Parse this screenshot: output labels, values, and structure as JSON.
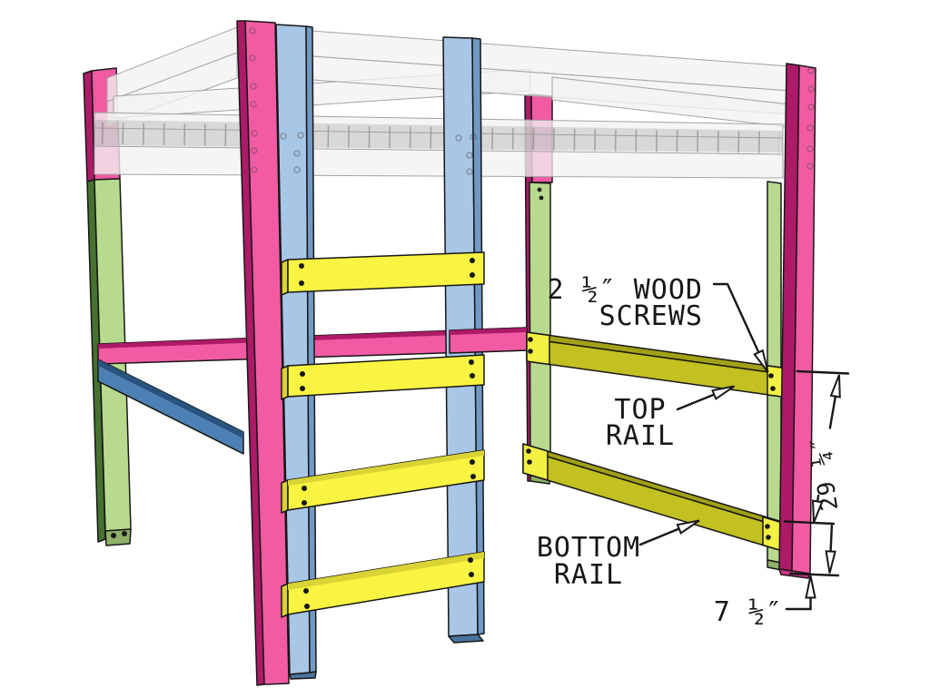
{
  "figure": {
    "description": "loft bed guard rail assembly diagram",
    "labels": {
      "wood_screws_line1": "2 ½″ WOOD",
      "wood_screws_line2": "SCREWS",
      "top_rail_line1": "TOP",
      "top_rail_line2": "RAIL",
      "bottom_rail_line1": "BOTTOM",
      "bottom_rail_line2": "RAIL",
      "dim_rail_spacing": "29 ¼″",
      "dim_bottom_offset": "7 ½″"
    },
    "parts": [
      "back-left post",
      "front-left post",
      "ladder stile left",
      "ladder stile right",
      "ladder rung 1",
      "ladder rung 2",
      "ladder rung 3",
      "ladder rung 4",
      "middle guardrail post",
      "right guardrail post",
      "right corner post",
      "top rail",
      "bottom rail",
      "side rail pink",
      "side rail blue",
      "ghosted bed platform"
    ],
    "colors": {
      "pink": "#f25ba4",
      "pinkDark": "#ad1a68",
      "pinkFoot": "#d6348a",
      "green": "#b7da8e",
      "greenDark": "#46712f",
      "greenFoot": "#8fb068",
      "blueLight": "#a8c6e6",
      "blueMid": "#7199c4",
      "blueDark": "#49749d",
      "railBlue": "#4d80b2",
      "railBlueDark": "#28547e",
      "yellow": "#f8f441",
      "yellowEdge": "#d9d334",
      "olive": "#c3c021",
      "oliveTop": "#a2a017",
      "oliveCap": "#f3ef43",
      "ghostFill": "#f2f2f2",
      "ghostStroke": "#a3a3a3",
      "ink": "#171717"
    }
  }
}
